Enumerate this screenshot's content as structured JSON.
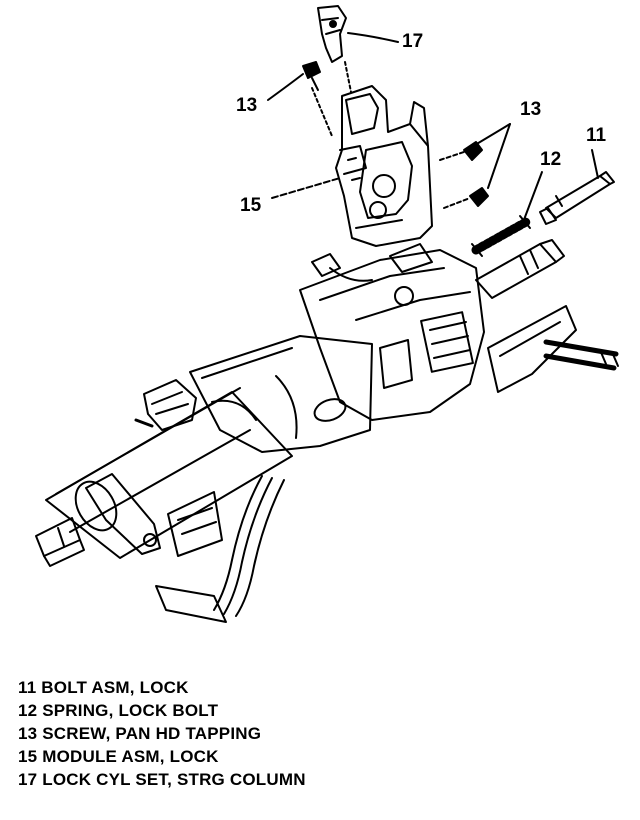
{
  "callouts": {
    "c17": "17",
    "c13_left": "13",
    "c13_right": "13",
    "c11": "11",
    "c12": "12",
    "c15": "15"
  },
  "legend": [
    "11 BOLT ASM, LOCK",
    "12 SPRING, LOCK BOLT",
    "13 SCREW, PAN HD TAPPING",
    "15 MODULE ASM, LOCK",
    "17 LOCK CYL SET, STRG COLUMN"
  ]
}
